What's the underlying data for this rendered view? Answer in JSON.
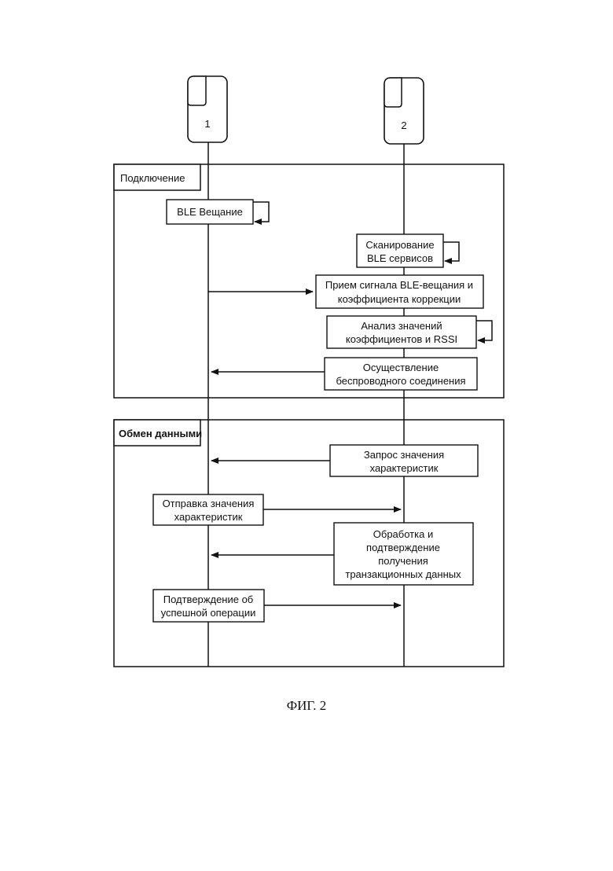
{
  "devices": [
    {
      "label": "1"
    },
    {
      "label": "2"
    }
  ],
  "sections": [
    {
      "title": "Подключение"
    },
    {
      "title": "Обмен данными"
    }
  ],
  "steps": [
    {
      "lines": [
        "BLE Вещание"
      ]
    },
    {
      "lines": [
        "Сканирование",
        "BLE сервисов"
      ]
    },
    {
      "lines": [
        "Прием сигнала BLE-вещания и",
        "коэффициента коррекции"
      ]
    },
    {
      "lines": [
        "Анализ значений",
        "коэффициентов и RSSI"
      ]
    },
    {
      "lines": [
        "Осуществление",
        "беспроводного соединения"
      ]
    },
    {
      "lines": [
        "Запрос значения",
        "характеристик"
      ]
    },
    {
      "lines": [
        "Отправка значения",
        "характеристик"
      ]
    },
    {
      "lines": [
        "Обработка и",
        "подтверждение",
        "получения",
        "транзакционных данных"
      ]
    },
    {
      "lines": [
        "Подтверждение об",
        "успешной операции"
      ]
    }
  ],
  "caption": "ФИГ. 2"
}
